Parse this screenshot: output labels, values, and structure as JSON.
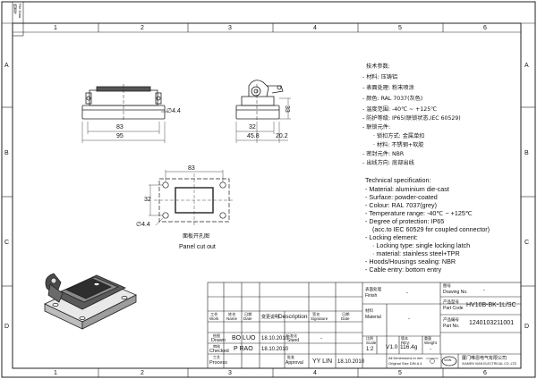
{
  "frame": {
    "top_numbers": [
      "1",
      "2",
      "3",
      "4",
      "5",
      "6"
    ],
    "bottom_numbers": [
      "1",
      "2",
      "3",
      "4",
      "5",
      "6"
    ],
    "left_letters": [
      "A",
      "B",
      "C",
      "D"
    ],
    "right_letters": [
      "A",
      "B",
      "C",
      "D"
    ],
    "corner_tag_cn": "档案号",
    "corner_tag_en": "File Data"
  },
  "dims": {
    "front_width_inner": "83",
    "front_width_outer": "95",
    "front_hole": "∅4.4",
    "side_height": "33",
    "side_32": "32",
    "side_45": "45.8",
    "side_20": "20.2",
    "cutout_width": "83",
    "cutout_height": "32",
    "cutout_hole": "∅4.4"
  },
  "panel_cutout": {
    "label_cn": "面板开孔图",
    "label_en": "Panel cut out"
  },
  "tech_cn": {
    "heading": "技术参数:",
    "lines": [
      "- 材料: 压铸铝",
      "- 表面处理: 粉末喷涂",
      "- 颜色: RAL 7037(灰色)",
      "- 温度范围: -40℃ ~ +125℃",
      "- 防护等级: IP65(联锁状态,IEC 60529)",
      "- 联锁元件:",
      "· 锁扣方式: 金属单扣",
      "· 材料: 不锈钢+软胶",
      "- 密封元件: NBR",
      "- 出线方向: 底部出线"
    ]
  },
  "tech_en": {
    "heading": "Technical specification:",
    "lines": [
      "- Material: aluminium die-cast",
      "- Surface: powder-coated",
      "- Colour: RAL 7037(grey)",
      "- Temperature range: -40℃ ~ +125℃",
      "- Degree of protection: IP65",
      "(acc.to IEC 60529 for coupled connector)",
      "- Locking element:",
      "· Locking type: single locking latch",
      "· material: stainless steel+TPR",
      "- Hoods/Housings sealing: NBR",
      "- Cable entry: bottom entry"
    ]
  },
  "title_block": {
    "finish_cn": "表面处理",
    "finish_en": "Finish",
    "finish_val": "-",
    "drawing_no_cn": "图号",
    "drawing_no_en": "Drawing No.",
    "drawing_no_val": "-",
    "part_code_cn": "产品型号",
    "part_code_en": "Part Code",
    "part_code_val": "HV10B-BK-1L/SC",
    "part_no_cn": "产品编号",
    "part_no_en": "Part No.",
    "part_no_val": "1240103211001",
    "material_cn": "材料",
    "material_en": "Material",
    "material_val": "-",
    "scale_cn": "比例",
    "scale_en": "Scale",
    "scale_val": "1:2",
    "rev_cn": "版本",
    "rev_en": "REV.",
    "rev_val": "V1.0",
    "weight_cn": "重量",
    "weight_en": "Weight",
    "weight_val": "116.4g",
    "sheet_val": "-",
    "work_cn": "工作",
    "work_en": "Work",
    "name_cn": "姓名",
    "name_en": "Name",
    "date_cn": "日期",
    "date_en": "Date",
    "change_cn": "变更说明",
    "change_en": "Description",
    "sign_cn": "签名",
    "sign_en": "Signature",
    "date2_cn": "日期",
    "date2_en": "Date",
    "drawn_cn": "绘图",
    "drawn_en": "Drawn",
    "drawn_name": "BO LUO",
    "drawn_date": "18.10.2010",
    "checked_cn": "审核",
    "checked_en": "Checked",
    "checked_name": "P RAO",
    "checked_date": "18.10.2010",
    "process_cn": "工艺",
    "process_en": "Process",
    "approval_cn": "批准",
    "approval_en": "Approval",
    "approval_name": "YY LIN",
    "approval_date": "18.10.2010",
    "standard_cn": "标准化",
    "standard_en": "Stand",
    "standard_val": "-",
    "units_line1": "All Dimensions in mm",
    "units_line2": "Original Size DIN A 4",
    "company_cn": "厦门唯恩电气有限公司",
    "company_en": "XIAMEN VIAN ELECTRICAL CO.,LTD",
    "logo_text": "VIAN"
  },
  "colors": {
    "line": "#222222",
    "dim": "#333333",
    "paper": "#ffffff",
    "dark_part": "#4a4a4a"
  }
}
